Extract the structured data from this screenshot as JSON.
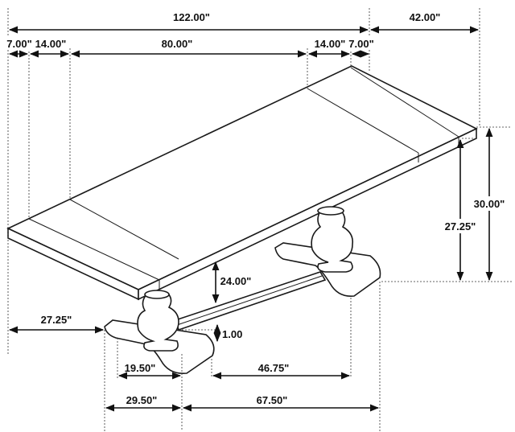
{
  "dimensions": {
    "total_length": "122.00\"",
    "depth": "42.00\"",
    "leaf_end_left": "7.00\"",
    "leaf_left": "14.00\"",
    "center_section": "80.00\"",
    "leaf_right": "14.00\"",
    "leaf_end_right": "7.00\"",
    "height": "30.00\"",
    "apron_height": "27.25\"",
    "overhang": "27.25\"",
    "knee_clearance": "24.00\"",
    "stretcher_height": "1.00",
    "foot_inner": "19.50\"",
    "base_inner_span": "46.75\"",
    "foot_width": "29.50\"",
    "base_length": "67.50\""
  },
  "colors": {
    "line": "#1a1a1a",
    "background": "#ffffff"
  }
}
